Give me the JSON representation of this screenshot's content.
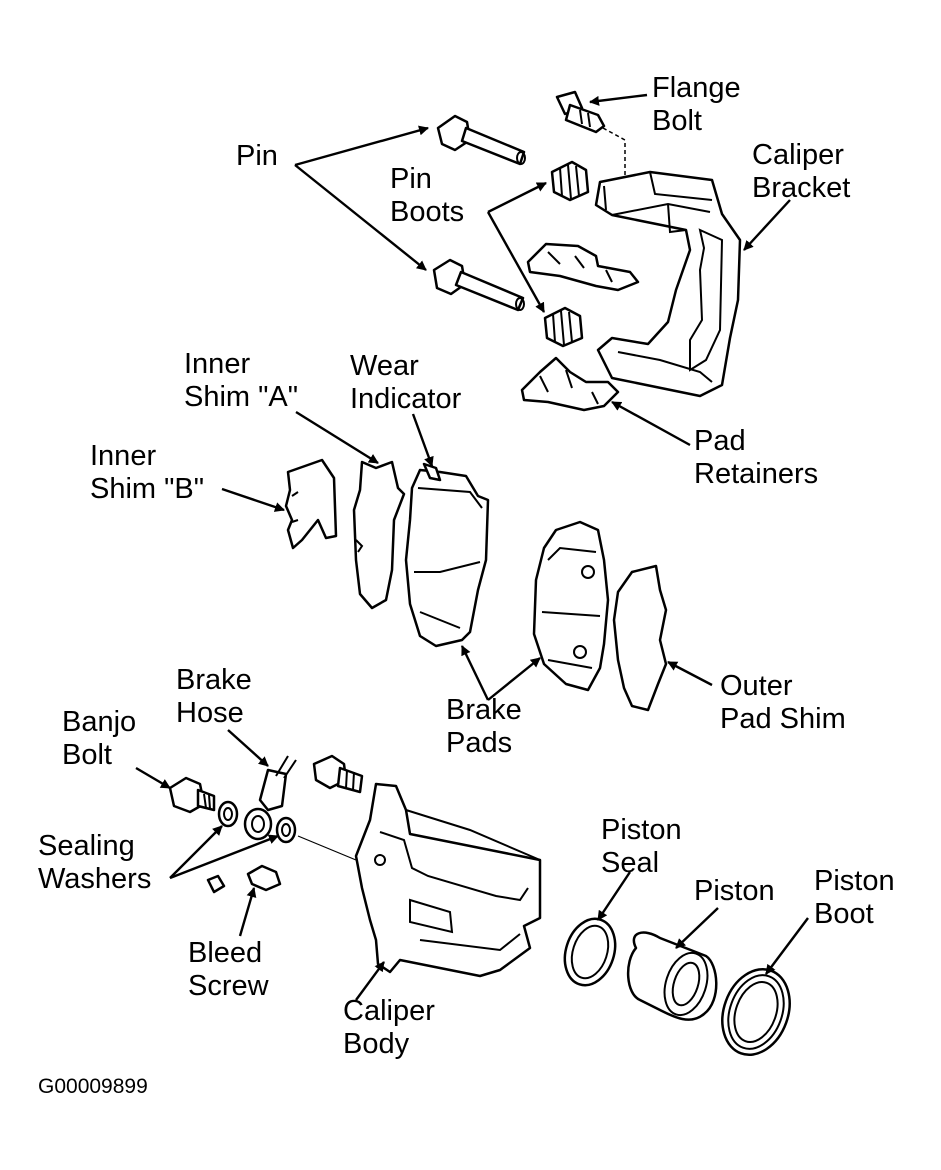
{
  "labels": {
    "flange_bolt": [
      "Flange",
      "Bolt"
    ],
    "pin": [
      "Pin"
    ],
    "pin_boots": [
      "Pin",
      "Boots"
    ],
    "caliper_bracket": [
      "Caliper",
      "Bracket"
    ],
    "inner_shim_a": [
      "Inner",
      "Shim \"A\""
    ],
    "wear_indicator": [
      "Wear",
      "Indicator"
    ],
    "inner_shim_b": [
      "Inner",
      "Shim \"B\""
    ],
    "pad_retainers": [
      "Pad",
      "Retainers"
    ],
    "brake_hose": [
      "Brake",
      "Hose"
    ],
    "banjo_bolt": [
      "Banjo",
      "Bolt"
    ],
    "brake_pads": [
      "Brake",
      "Pads"
    ],
    "outer_pad_shim": [
      "Outer",
      "Pad Shim"
    ],
    "sealing_washers": [
      "Sealing",
      "Washers"
    ],
    "piston_seal": [
      "Piston",
      "Seal"
    ],
    "piston": [
      "Piston"
    ],
    "piston_boot": [
      "Piston",
      "Boot"
    ],
    "bleed_screw": [
      "Bleed",
      "Screw"
    ],
    "caliper_body": [
      "Caliper",
      "Body"
    ]
  },
  "figure_code": "G00009899"
}
